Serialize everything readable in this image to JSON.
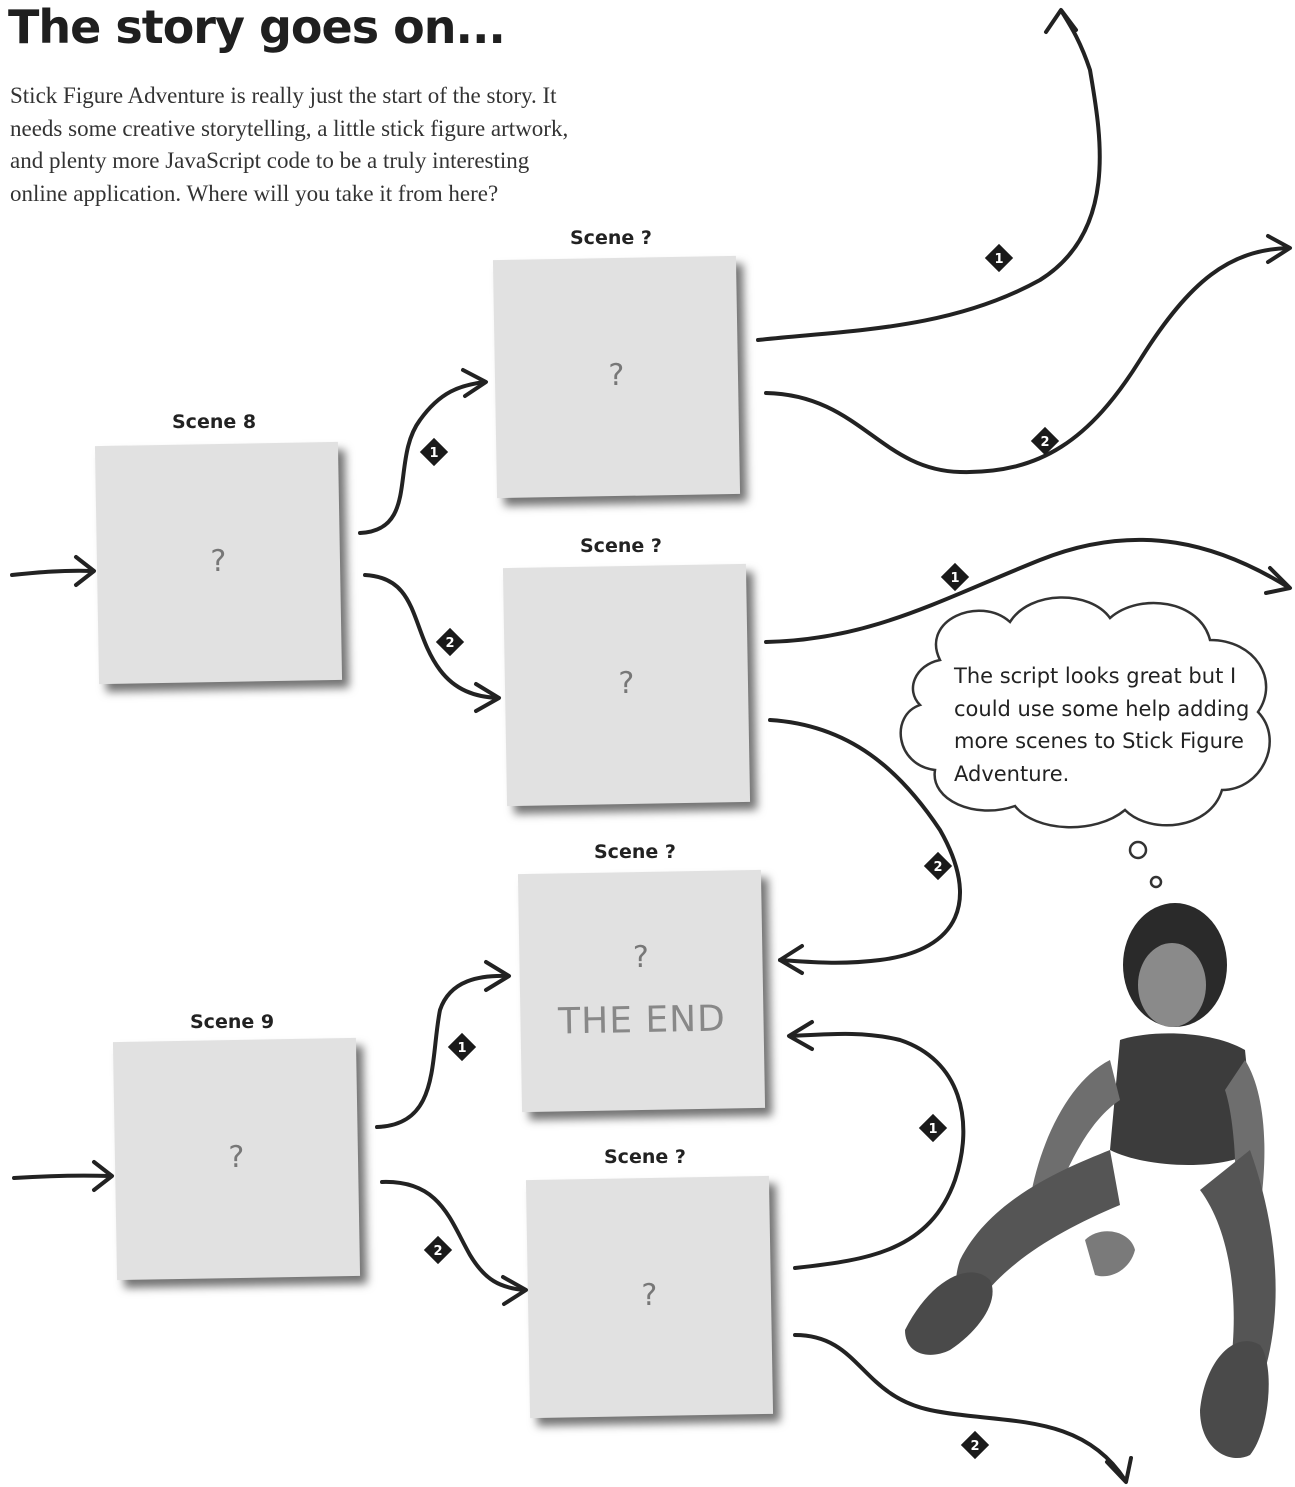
{
  "title": "The story goes on...",
  "intro": "Stick Figure Adventure is really just the start of the story. It needs some creative storytelling, a little stick figure artwork, and plenty more JavaScript code to be a truly interesting online application. Where will you take it from here?",
  "scenes": [
    {
      "label": "Scene 8",
      "content": "?"
    },
    {
      "label": "Scene ?",
      "content": "?"
    },
    {
      "label": "Scene ?",
      "content": "?"
    },
    {
      "label": "Scene ?",
      "content": "?",
      "end_text": "THE END"
    },
    {
      "label": "Scene 9",
      "content": "?"
    },
    {
      "label": "Scene ?",
      "content": "?"
    }
  ],
  "choice_badges": [
    "1",
    "2"
  ],
  "thought_bubble": "The script looks great but I could use some help adding more scenes to Stick Figure Adventure."
}
